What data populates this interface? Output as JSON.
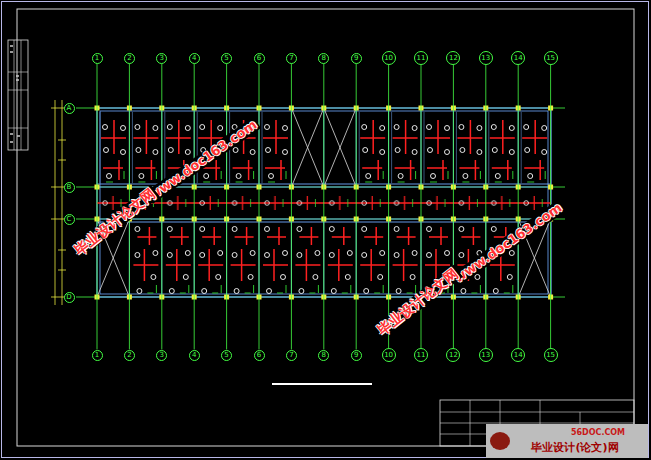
{
  "diagram": {
    "nodes": [
      {
        "text": [
          "1"
        ]
      },
      {
        "text": [
          "2"
        ]
      },
      {
        "text": [
          "3"
        ]
      },
      {
        "text": [
          "4"
        ]
      },
      {
        "text": [
          "5"
        ]
      },
      {
        "text": [
          "6"
        ]
      },
      {
        "text": [
          "7"
        ]
      },
      {
        "text": [
          "8"
        ]
      },
      {
        "text": [
          "9"
        ]
      },
      {
        "text": [
          "10"
        ]
      },
      {
        "text": [
          "11"
        ]
      },
      {
        "text": [
          "12"
        ]
      },
      {
        "text": [
          "13"
        ]
      },
      {
        "text": [
          "14"
        ]
      },
      {
        "text": [
          "15"
        ]
      },
      {
        "text": [
          "A"
        ]
      },
      {
        "text": [
          "B"
        ]
      },
      {
        "text": [
          "C"
        ]
      },
      {
        "text": [
          "D"
        ]
      },
      {
        "text": [
          "1"
        ]
      },
      {
        "text": [
          "2"
        ]
      },
      {
        "text": [
          "3"
        ]
      },
      {
        "text": [
          "4"
        ]
      },
      {
        "text": [
          "5"
        ]
      },
      {
        "text": [
          "6"
        ]
      },
      {
        "text": [
          "7"
        ]
      },
      {
        "text": [
          "8"
        ]
      },
      {
        "text": [
          "9"
        ]
      },
      {
        "text": [
          "10"
        ]
      },
      {
        "text": [
          "11"
        ]
      },
      {
        "text": [
          "12"
        ]
      },
      {
        "text": [
          "13"
        ]
      },
      {
        "text": [
          "14"
        ]
      },
      {
        "text": [
          "15"
        ]
      }
    ],
    "edges": [
      {
        "from": 0,
        "to": 19,
        "arrow": "none"
      },
      {
        "from": 1,
        "to": 20,
        "arrow": "none"
      },
      {
        "from": 2,
        "to": 21,
        "arrow": "none"
      },
      {
        "from": 3,
        "to": 22,
        "arrow": "none"
      },
      {
        "from": 4,
        "to": 23,
        "arrow": "none"
      },
      {
        "from": 5,
        "to": 24,
        "arrow": "none"
      },
      {
        "from": 6,
        "to": 25,
        "arrow": "none"
      },
      {
        "from": 7,
        "to": 26,
        "arrow": "none"
      },
      {
        "from": 8,
        "to": 27,
        "arrow": "none"
      },
      {
        "from": 9,
        "to": 28,
        "arrow": "none"
      },
      {
        "from": 10,
        "to": 29,
        "arrow": "none"
      },
      {
        "from": 11,
        "to": 30,
        "arrow": "none"
      },
      {
        "from": 12,
        "to": 31,
        "arrow": "none"
      },
      {
        "from": 13,
        "to": 32,
        "arrow": "none"
      },
      {
        "from": 14,
        "to": 33,
        "arrow": "none"
      }
    ],
    "labels": [
      "www.doc163.com",
      "毕业设计论文网",
      "www.doc163.com",
      "毕业设计论文网",
      "56DOC.COM",
      "毕业设计(论文)网"
    ]
  }
}
